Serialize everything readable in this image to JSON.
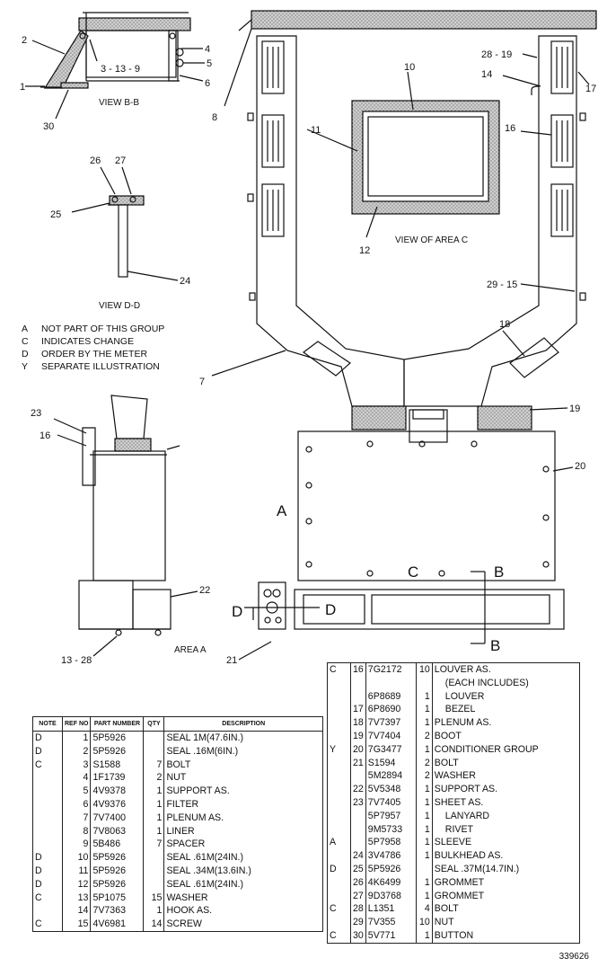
{
  "views": {
    "bb": "VIEW B-B",
    "dd": "VIEW D-D",
    "area_c": "VIEW OF AREA C",
    "area_a": "AREA A"
  },
  "callouts": {
    "c1": "1",
    "c2": "2",
    "c3": "3 - 13 - 9",
    "c4": "4",
    "c5": "5",
    "c6": "6",
    "c30": "30",
    "c8": "8",
    "c10": "10",
    "c11": "11",
    "c12": "12",
    "c28_19": "28 - 19",
    "c14": "14",
    "c17": "17",
    "c16r": "16",
    "c29_15": "29 - 15",
    "c18": "18",
    "c7": "7",
    "c19": "19",
    "c20": "20",
    "c26": "26",
    "c27": "27",
    "c25": "25",
    "c24": "24",
    "c23": "23",
    "c16l": "16",
    "c22": "22",
    "c13_28": "13 - 28",
    "c21": "21",
    "letter_a": "A",
    "letter_c": "C",
    "letter_b1": "B",
    "letter_b2": "B",
    "letter_d1": "D",
    "letter_d2": "D"
  },
  "notes": [
    {
      "key": "A",
      "text": "NOT PART OF THIS GROUP"
    },
    {
      "key": "C",
      "text": "INDICATES CHANGE"
    },
    {
      "key": "D",
      "text": "ORDER BY THE METER"
    },
    {
      "key": "Y",
      "text": "SEPARATE ILLUSTRATION"
    }
  ],
  "table_headers": {
    "note": "NOTE",
    "ref": "REF NO",
    "part": "PART NUMBER",
    "qty": "QTY",
    "desc": "DESCRIPTION"
  },
  "parts_left": [
    {
      "note": "D",
      "ref": "1",
      "part": "5P5926",
      "qty": "",
      "desc": "SEAL  1M(47.6IN.)"
    },
    {
      "note": "D",
      "ref": "2",
      "part": "5P5926",
      "qty": "",
      "desc": "SEAL  .16M(6IN.)"
    },
    {
      "note": "C",
      "ref": "3",
      "part": "S1588",
      "qty": "7",
      "desc": "BOLT"
    },
    {
      "note": "",
      "ref": "4",
      "part": "1F1739",
      "qty": "2",
      "desc": "NUT"
    },
    {
      "note": "",
      "ref": "5",
      "part": "4V9378",
      "qty": "1",
      "desc": "SUPPORT AS."
    },
    {
      "note": "",
      "ref": "6",
      "part": "4V9376",
      "qty": "1",
      "desc": "FILTER"
    },
    {
      "note": "",
      "ref": "7",
      "part": "7V7400",
      "qty": "1",
      "desc": "PLENUM AS."
    },
    {
      "note": "",
      "ref": "8",
      "part": "7V8063",
      "qty": "1",
      "desc": "LINER"
    },
    {
      "note": "",
      "ref": "9",
      "part": "5B486",
      "qty": "7",
      "desc": "SPACER"
    },
    {
      "note": "D",
      "ref": "10",
      "part": "5P5926",
      "qty": "",
      "desc": "SEAL  .61M(24IN.)"
    },
    {
      "note": "D",
      "ref": "11",
      "part": "5P5926",
      "qty": "",
      "desc": "SEAL  .34M(13.6IN.)"
    },
    {
      "note": "D",
      "ref": "12",
      "part": "5P5926",
      "qty": "",
      "desc": "SEAL  .61M(24IN.)"
    },
    {
      "note": "C",
      "ref": "13",
      "part": "5P1075",
      "qty": "15",
      "desc": "WASHER"
    },
    {
      "note": "",
      "ref": "14",
      "part": "7V7363",
      "qty": "1",
      "desc": "HOOK AS."
    },
    {
      "note": "C",
      "ref": "15",
      "part": "4V6981",
      "qty": "14",
      "desc": "SCREW"
    }
  ],
  "parts_right": [
    {
      "note": "C",
      "ref": "16",
      "part": "7G2172",
      "qty": "10",
      "desc": "LOUVER AS.",
      "sub": false
    },
    {
      "note": "",
      "ref": "",
      "part": "",
      "qty": "",
      "desc": "(EACH INCLUDES)",
      "sub": true
    },
    {
      "note": "",
      "ref": "",
      "part": "6P8689",
      "qty": "1",
      "desc": "LOUVER",
      "sub": true
    },
    {
      "note": "",
      "ref": "17",
      "part": "6P8690",
      "qty": "1",
      "desc": "BEZEL",
      "sub": true
    },
    {
      "note": "",
      "ref": "18",
      "part": "7V7397",
      "qty": "1",
      "desc": "PLENUM AS.",
      "sub": false
    },
    {
      "note": "",
      "ref": "19",
      "part": "7V7404",
      "qty": "2",
      "desc": "BOOT",
      "sub": false
    },
    {
      "note": "Y",
      "ref": "20",
      "part": "7G3477",
      "qty": "1",
      "desc": "CONDITIONER GROUP",
      "sub": false
    },
    {
      "note": "",
      "ref": "21",
      "part": "S1594",
      "qty": "2",
      "desc": "BOLT",
      "sub": false
    },
    {
      "note": "",
      "ref": "",
      "part": "5M2894",
      "qty": "2",
      "desc": "WASHER",
      "sub": false
    },
    {
      "note": "",
      "ref": "22",
      "part": "5V5348",
      "qty": "1",
      "desc": "SUPPORT AS.",
      "sub": false
    },
    {
      "note": "",
      "ref": "23",
      "part": "7V7405",
      "qty": "1",
      "desc": "SHEET AS.",
      "sub": false
    },
    {
      "note": "",
      "ref": "",
      "part": "5P7957",
      "qty": "1",
      "desc": "LANYARD",
      "sub": true
    },
    {
      "note": "",
      "ref": "",
      "part": "9M5733",
      "qty": "1",
      "desc": "RIVET",
      "sub": true
    },
    {
      "note": "A",
      "ref": "",
      "part": "5P7958",
      "qty": "1",
      "desc": "SLEEVE",
      "sub": false
    },
    {
      "note": "",
      "ref": "24",
      "part": "3V4786",
      "qty": "1",
      "desc": "BULKHEAD AS.",
      "sub": false
    },
    {
      "note": "D",
      "ref": "25",
      "part": "5P5926",
      "qty": "",
      "desc": "SEAL  .37M(14.7IN.)",
      "sub": false
    },
    {
      "note": "",
      "ref": "26",
      "part": "4K6499",
      "qty": "1",
      "desc": "GROMMET",
      "sub": false
    },
    {
      "note": "",
      "ref": "27",
      "part": "9D3768",
      "qty": "1",
      "desc": "GROMMET",
      "sub": false
    },
    {
      "note": "C",
      "ref": "28",
      "part": "L1351",
      "qty": "4",
      "desc": "BOLT",
      "sub": false
    },
    {
      "note": "",
      "ref": "29",
      "part": "7V355",
      "qty": "10",
      "desc": "NUT",
      "sub": false
    },
    {
      "note": "C",
      "ref": "30",
      "part": "5V771",
      "qty": "1",
      "desc": "BUTTON",
      "sub": false
    }
  ],
  "serial": "339626"
}
